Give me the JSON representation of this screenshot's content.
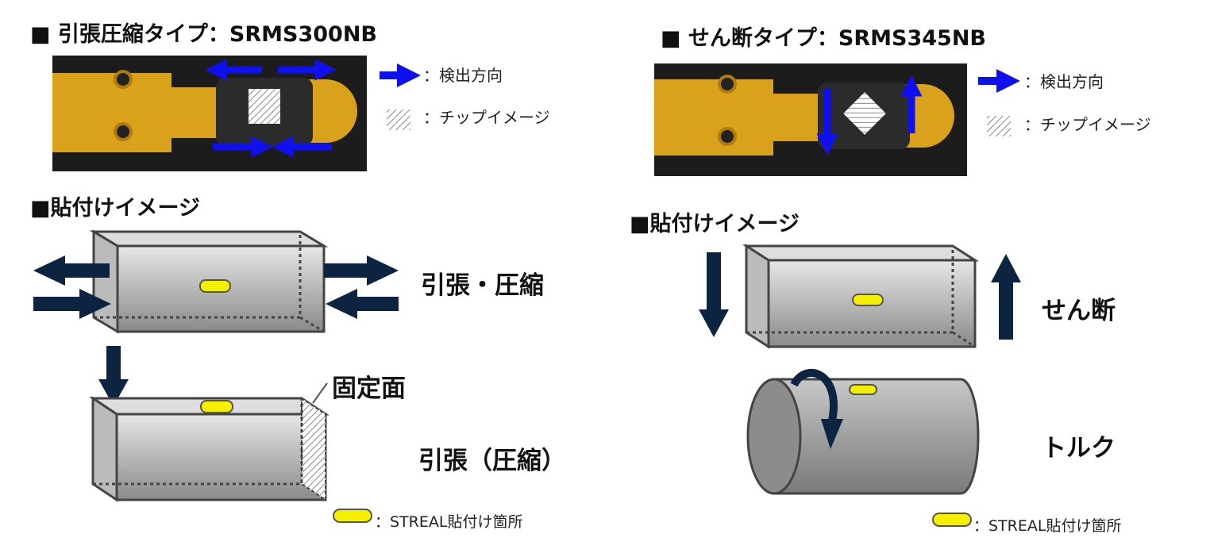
{
  "left": {
    "title": "■ 引張圧縮タイプ：SRMS300NB",
    "legend_direction": "：検出方向",
    "legend_chip": "：チップイメージ",
    "mount_title": "■貼付けイメージ",
    "label_tension_compression": "引張・圧縮",
    "label_fixed_face": "固定面",
    "label_tension": "引張（圧縮）",
    "legend_streal": "：STREAL貼付け箇所"
  },
  "right": {
    "title": "■ せん断タイプ：SRMS345NB",
    "legend_direction": "：検出方向",
    "legend_chip": "：チップイメージ",
    "mount_title": "■貼付けイメージ",
    "label_shear": "せん断",
    "label_torque": "トルク",
    "legend_streal": "：STREAL貼付け箇所"
  },
  "colors": {
    "arrow_blue": "#1010ee",
    "arrow_navy": "#0d2440",
    "marker_yellow": "#f5f000",
    "flex_gold": "#d9a21a"
  }
}
